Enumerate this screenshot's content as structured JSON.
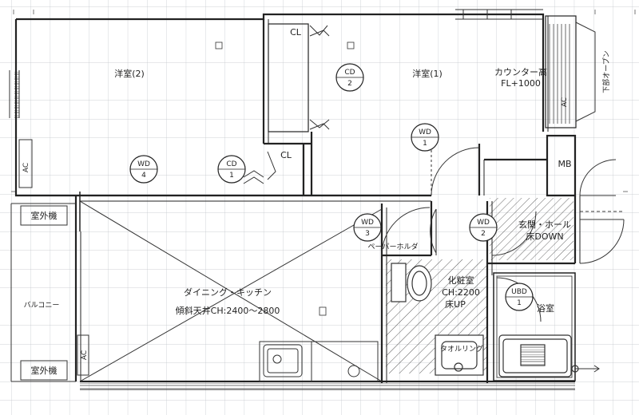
{
  "rooms": {
    "western2": "洋室(2)",
    "western1": "洋室(1)",
    "dining": "ダイニング・キッチン",
    "dining_ceiling": "傾斜天井CH:2400～2800",
    "vanity": "化粧室",
    "vanity_ch": "CH:2200",
    "vanity_floor": "床UP",
    "bath": "浴室",
    "entrance": "玄関・ホール",
    "entrance_floor": "床DOWN",
    "balcony": "バルコニー",
    "outdoor_unit_top": "室外機",
    "outdoor_unit_bottom": "室外機"
  },
  "labels": {
    "counter_height": "カウンター高",
    "counter_fl": "FL+1000",
    "open_below": "下部オープン",
    "paper_holder": "ペーパーホルダ",
    "towel_ring": "タオルリング",
    "closet_top": "CL",
    "closet_bottom": "CL",
    "mb": "MB",
    "ac_left": "AC",
    "ac_balcony": "AC",
    "ac_right": "AC"
  },
  "tags": {
    "cd2_top": "CD",
    "cd2_num": "2",
    "cd1_top": "CD",
    "cd1_num": "1",
    "wd4_top": "WD",
    "wd4_num": "4",
    "wd1_top": "WD",
    "wd1_num": "1",
    "wd3_top": "WD",
    "wd3_num": "3",
    "wd2_top": "WD",
    "wd2_num": "2",
    "ubd_top": "UBD",
    "ubd_num": "1"
  }
}
